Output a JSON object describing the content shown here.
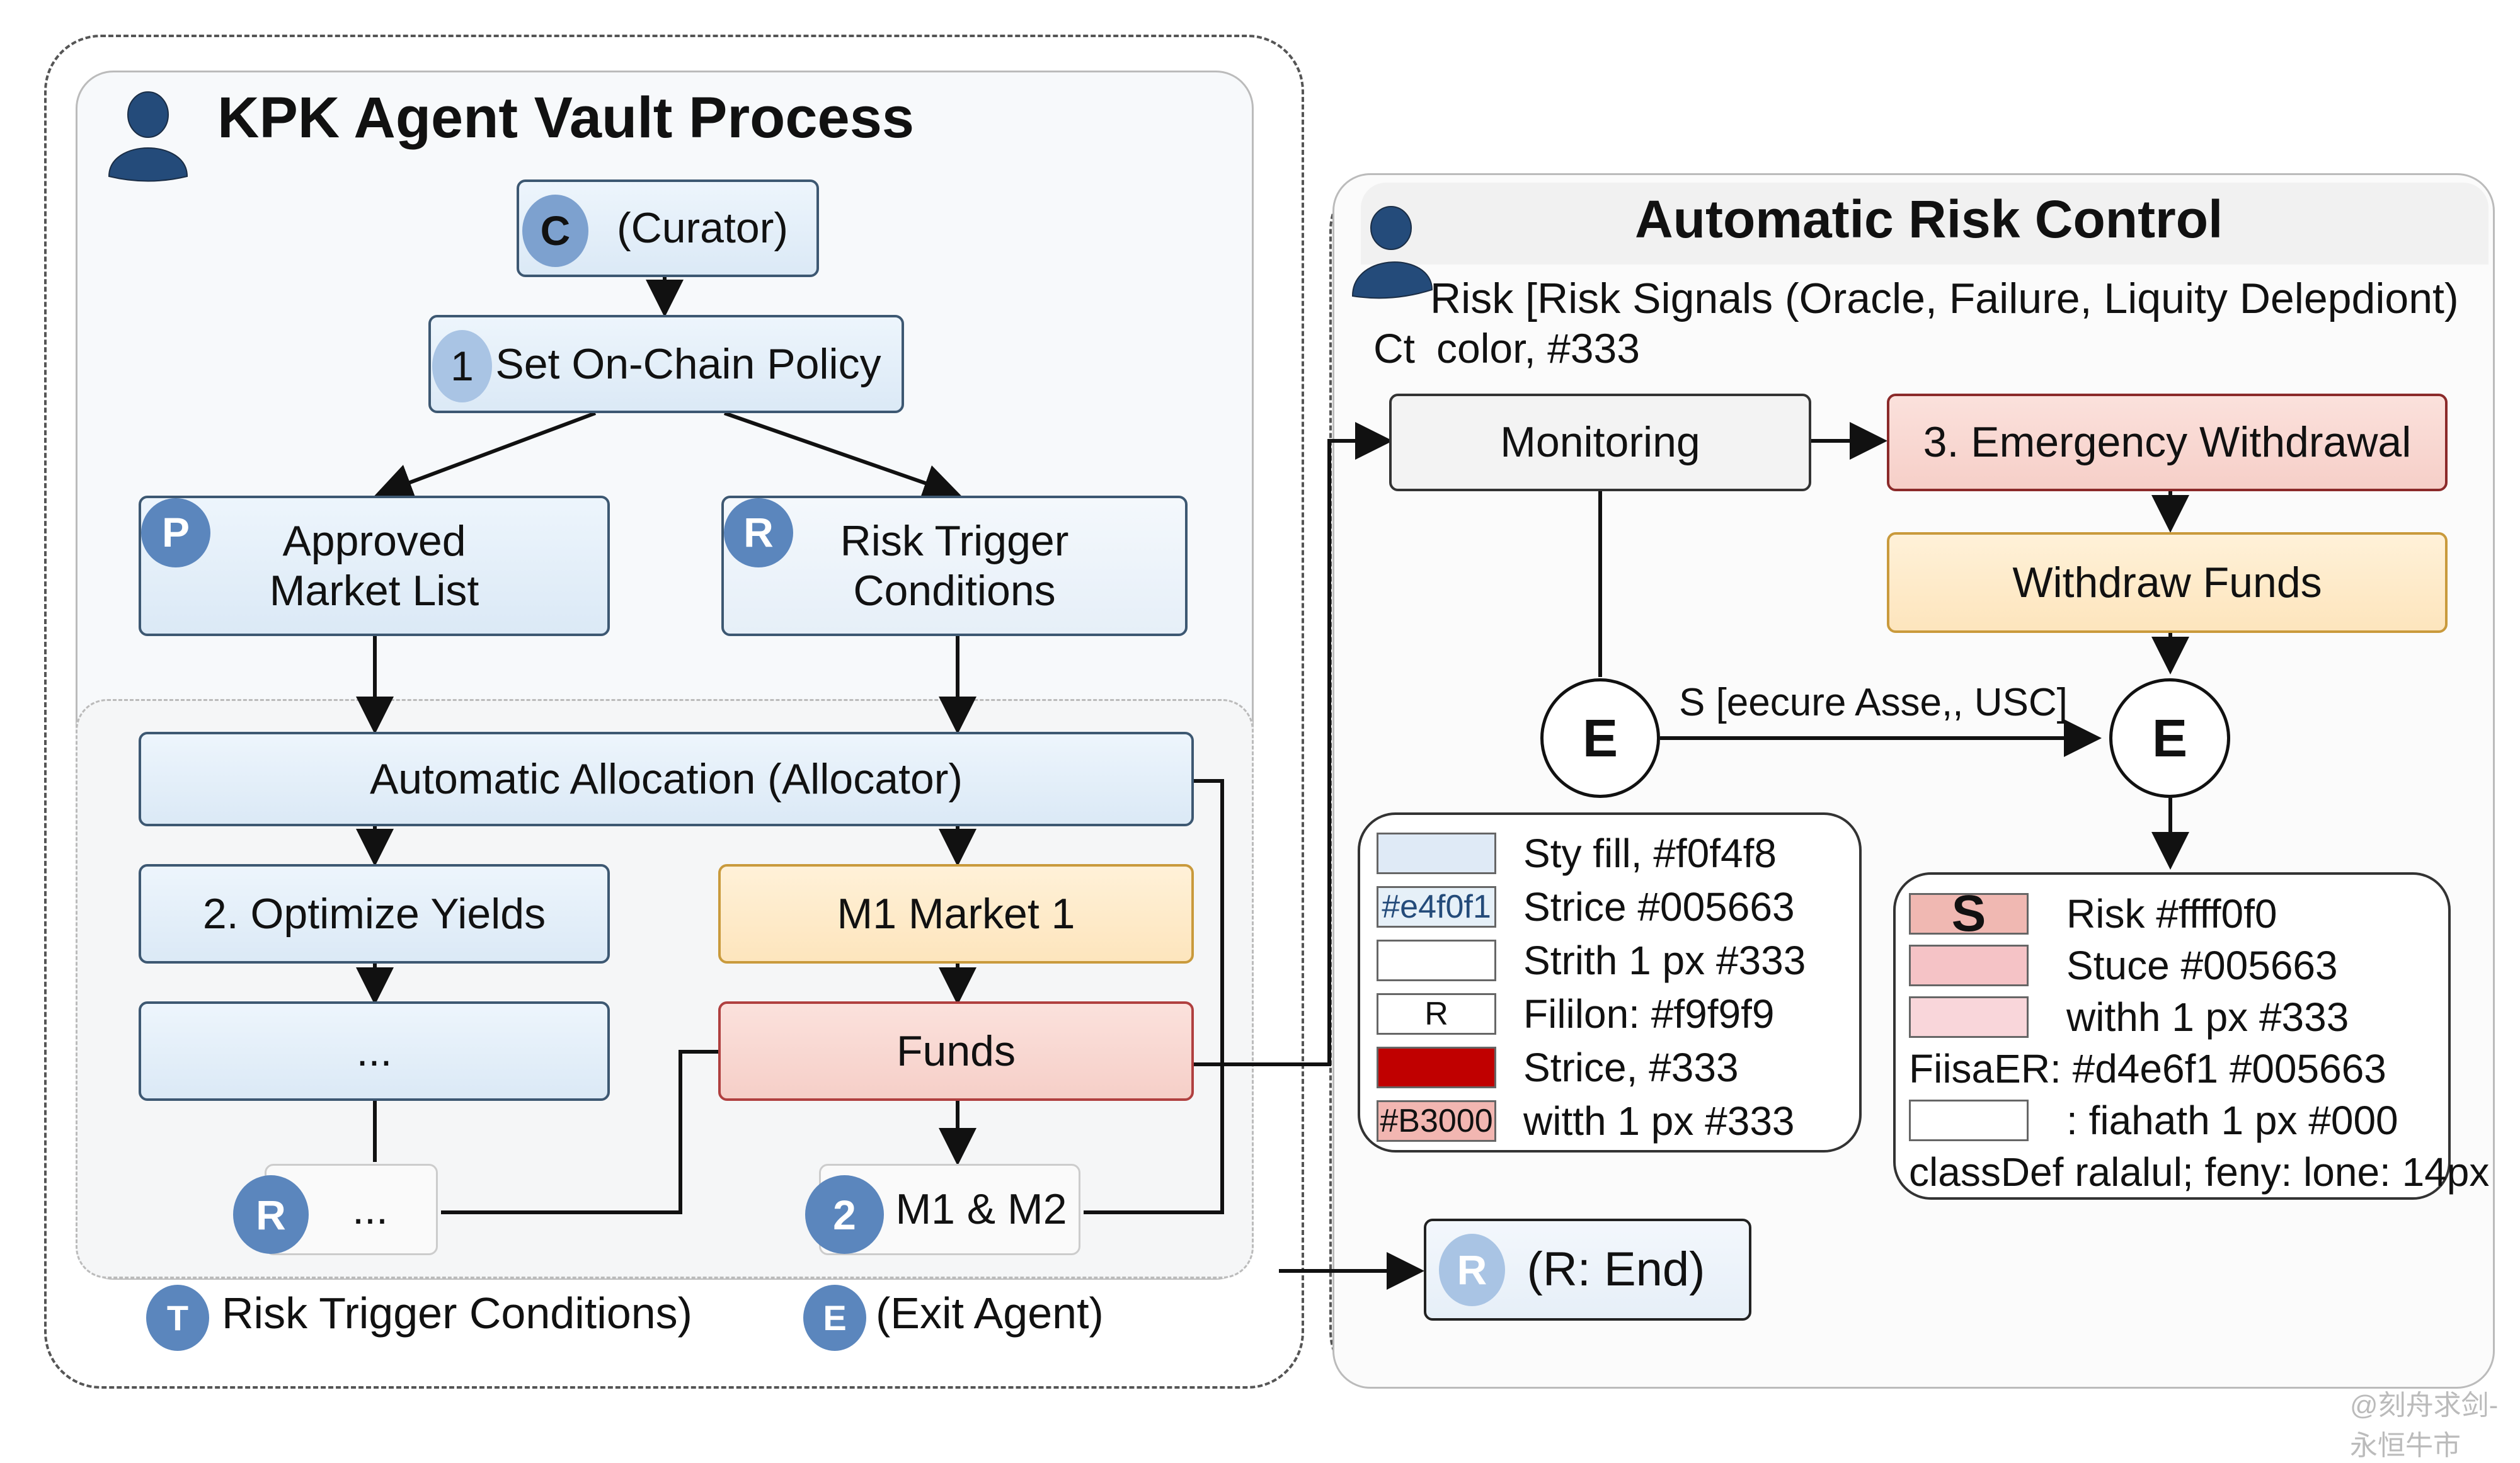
{
  "left_panel": {
    "title": "KPK Agent Vault Process",
    "curator": {
      "badge": "C",
      "label": "(Curator)"
    },
    "policy": {
      "badge": "1",
      "label": "Set On-Chain Policy"
    },
    "approved": {
      "badge": "P",
      "label_line1": "Approved",
      "label_line2": "Market List"
    },
    "risk_trigger": {
      "badge": "R",
      "label_line1": "Risk Trigger",
      "label_line2": "Conditions"
    },
    "allocation": {
      "label": "Automatic Allocation (Allocator)"
    },
    "optimize": {
      "label": "2. Optimize Yields"
    },
    "market1": {
      "label": "M1 Market 1"
    },
    "ellipsis_box": {
      "label": "..."
    },
    "funds": {
      "label": "Funds"
    },
    "r_node": {
      "badge": "R",
      "label": "..."
    },
    "m1m2_node": {
      "badge": "2",
      "label": "M1 & M2"
    },
    "footer": [
      {
        "badge": "T",
        "label": "Risk Trigger Conditions)"
      },
      {
        "badge": "E",
        "label": "(Exit Agent)"
      }
    ]
  },
  "right_panel": {
    "title": "Automatic Risk Control",
    "signals_line": "Risk [Risk Signals (Oracle, Failure, Liquity Delepdiont)",
    "color_line_prefix": "Ct",
    "color_line": "color, #333",
    "monitoring": {
      "label": "Monitoring"
    },
    "emergency": {
      "label": "3. Emergency Withdrawal"
    },
    "withdraw": {
      "label": "Withdraw Funds"
    },
    "exit_left": {
      "label": "E"
    },
    "exit_right": {
      "label": "E"
    },
    "edge_label": "S [eecure Asse,, USC]",
    "end_node": {
      "badge": "R",
      "label": "(R: End)"
    }
  },
  "legend_left": {
    "items": [
      {
        "swatch_text": "",
        "swatch_color": "#dfeaf6",
        "label": "Sty fill, #f0f4f8"
      },
      {
        "swatch_text": "#e4f0f1",
        "swatch_color": "#e6f0f8",
        "label": "Strice #005663"
      },
      {
        "swatch_text": "",
        "swatch_color": "#ffffff",
        "label": "Strith 1 px #333"
      },
      {
        "swatch_text": "R",
        "swatch_color": "#ffffff",
        "label": "Fililon: #f9f9f9"
      },
      {
        "swatch_text": "",
        "swatch_color": "#c00000",
        "label": "Strice, #333"
      },
      {
        "swatch_text": "#B3000",
        "swatch_color": "#f2b6b1",
        "label": "witth 1 px #333"
      }
    ]
  },
  "legend_right": {
    "items": [
      {
        "swatch_text": "S",
        "swatch_color": "#f0b8b2",
        "label": "Risk #ffff0f0"
      },
      {
        "swatch_text": "",
        "swatch_color": "#f5c3c6",
        "label": "Stuce #005663"
      },
      {
        "swatch_text": "",
        "swatch_color": "#f9d6da",
        "label": "withh 1 px #333"
      },
      {
        "swatch_text": "",
        "swatch_color": "",
        "label": "FiisaER: #d4e6f1  #005663"
      },
      {
        "swatch_text": "",
        "swatch_color": "#ffffff",
        "label": ": fiahath 1 px #000"
      },
      {
        "swatch_text": "",
        "swatch_color": "",
        "label": "classDef ralalul; feny: lone: 14px"
      }
    ]
  },
  "watermark": "@刻舟求剑-永恒牛市",
  "colors": {
    "icon_blue": "#244b7a",
    "badge_blue": "#5b86bd",
    "node_blue": "#dbe9f6",
    "node_yellow": "#fde5bd",
    "node_red": "#f6cfc8"
  }
}
